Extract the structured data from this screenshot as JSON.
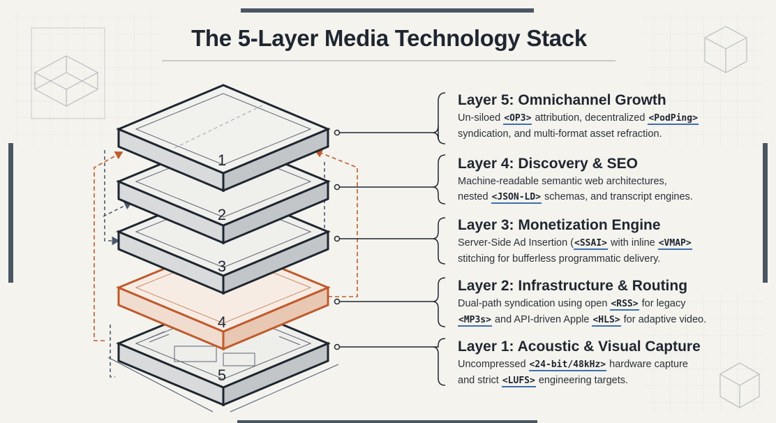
{
  "title": "The 5-Layer Media Technology Stack",
  "layers": [
    {
      "number": "5",
      "title": "Layer 5: Omnichannel Growth",
      "line1": [
        "Un-siloed ",
        "<OP3>",
        " attribution, decentralized ",
        "<PodPing>"
      ],
      "line2": [
        "syndication, and multi-format asset refraction."
      ]
    },
    {
      "number": "4",
      "title": "Layer 4: Discovery & SEO",
      "line1": [
        "Machine-readable semantic web architectures,"
      ],
      "line2": [
        "nested ",
        "<JSON-LD>",
        " schemas, and transcript engines."
      ]
    },
    {
      "number": "3",
      "title": "Layer 3: Monetization Engine",
      "line1": [
        "Server-Side Ad Insertion (",
        "<SSAI>",
        " with inline ",
        "<VMAP>"
      ],
      "line2": [
        "stitching for bufferless programmatic delivery."
      ]
    },
    {
      "number": "2",
      "title": "Layer 2: Infrastructure & Routing",
      "line1": [
        "Dual-path syndication using open ",
        "<RSS>",
        " for legacy"
      ],
      "line2": [
        "<MP3s>",
        " and API-driven Apple ",
        "<HLS>",
        " for adaptive video."
      ]
    },
    {
      "number": "1",
      "title": "Layer 1: Acoustic & Visual Capture",
      "line1": [
        "Uncompressed ",
        "<24-bit/48kHz>",
        " hardware capture"
      ],
      "line2": [
        "and strict ",
        "<LUFS>",
        " engineering targets."
      ]
    }
  ],
  "colors": {
    "ink": "#1f2630",
    "accent": "#c05a2c",
    "dashed_blue": "#4a5a72",
    "underline": "#3d6fae"
  }
}
